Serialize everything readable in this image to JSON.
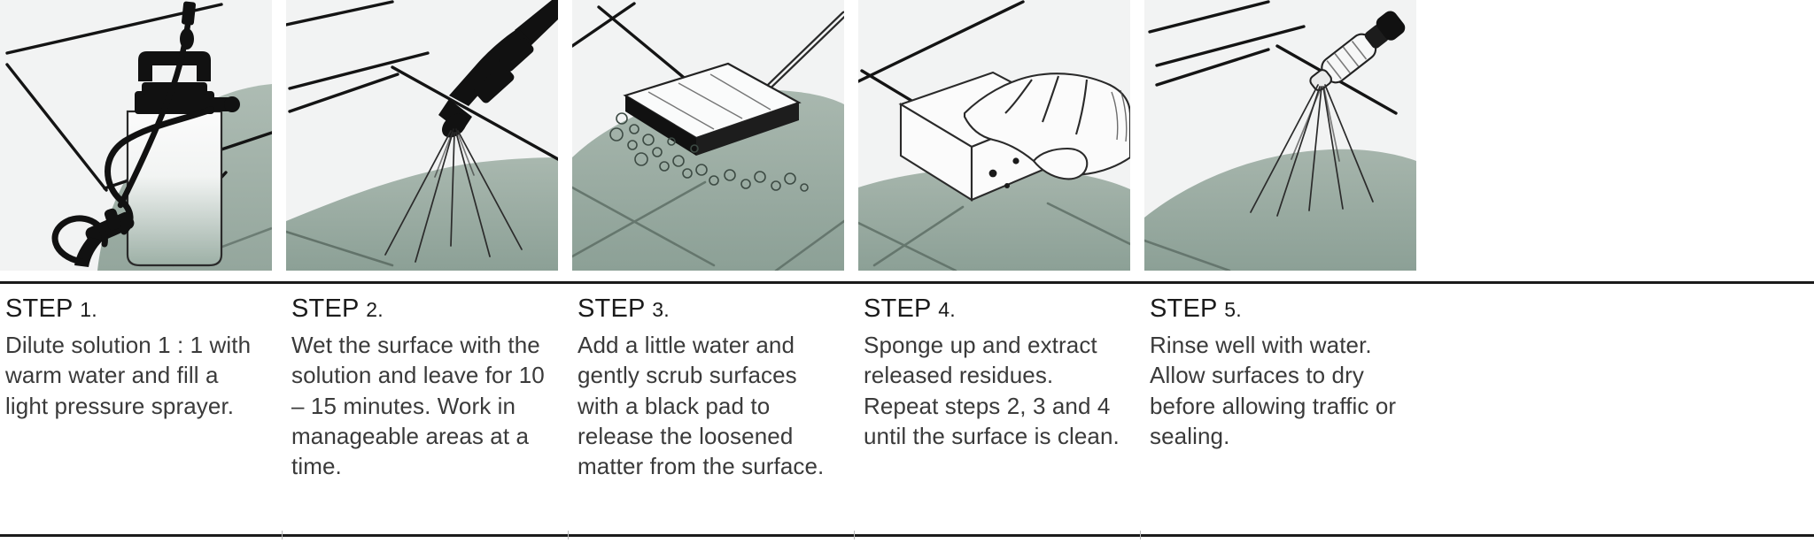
{
  "document": {
    "kind": "cleaning-instruction-steps",
    "step_count": 5
  },
  "colors": {
    "panel_background": "#f2f3f3",
    "floor_green": "#93a79c",
    "floor_green_light": "#b4c2ba",
    "grid_line": "#1a1a1a",
    "rule": "#1a1a1a",
    "heading_text": "#1b1b1b",
    "body_text": "#3a3a3a",
    "liquid_fill": "#9db0a6"
  },
  "steps": [
    {
      "id": "step-1",
      "heading_label": "STEP",
      "number": "1.",
      "heading": "STEP 1.",
      "body": "Dilute solution 1 : 1 with warm water and fill a light pressure sprayer.",
      "illustration": "pressure-sprayer",
      "illustration_caption": "Pressure sprayer with hose, wand and trigger standing on tiled floor"
    },
    {
      "id": "step-2",
      "heading_label": "STEP",
      "number": "2.",
      "heading": "STEP 2.",
      "body": "Wet the surface with the solution and leave for 10 – 15 minutes. Work in manageable areas at a time.",
      "illustration": "spray-nozzle",
      "illustration_caption": "Spray nozzle spraying solution onto a tiled floor"
    },
    {
      "id": "step-3",
      "heading_label": "STEP",
      "number": "3.",
      "heading": "STEP 3.",
      "body": "Add a little water and gently scrub surfaces with a black pad to release the loosened matter from the surface.",
      "illustration": "scrub-pad",
      "illustration_caption": "Black scrubbing pad on a handle working over a wet tiled floor with bubbles"
    },
    {
      "id": "step-4",
      "heading_label": "STEP",
      "number": "4.",
      "heading": "STEP 4.",
      "body": "Sponge up and extract released residues. Repeat steps 2, 3 and 4 until the surface is clean.",
      "illustration": "hand-with-sponge",
      "illustration_caption": "Hand holding a sponge wiping a tiled floor"
    },
    {
      "id": "step-5",
      "heading_label": "STEP",
      "number": "5.",
      "heading": "STEP 5.",
      "body": "Rinse well with water. Allow surfaces to dry before allowing traffic or sealing.",
      "illustration": "hose-nozzle-rinse",
      "illustration_caption": "Hose nozzle rinsing a tiled floor with water spray"
    }
  ]
}
